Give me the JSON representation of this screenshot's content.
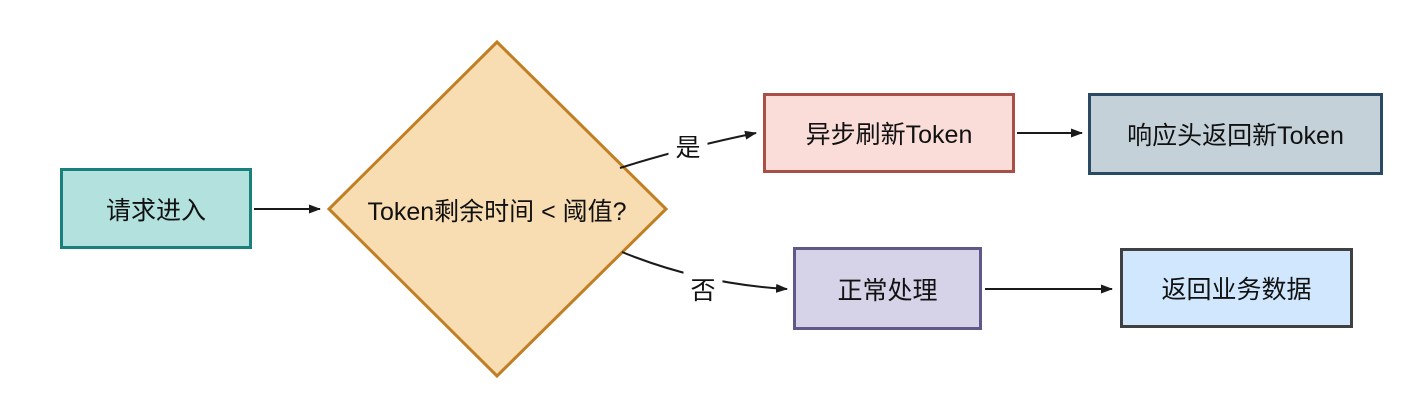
{
  "diagram": {
    "type": "flowchart",
    "background": "#ffffff",
    "line_color": "#1a1a1a",
    "nodes": [
      {
        "id": "request-enter",
        "label": "请求进入",
        "shape": "rect",
        "fill": "#b2e1de",
        "border": "#1b807b"
      },
      {
        "id": "token-ttl-decision",
        "label": "Token剩余时间 < 阈值?",
        "shape": "diamond",
        "fill": "#f8dcb2",
        "border": "#c17f24"
      },
      {
        "id": "async-refresh-token",
        "label": "异步刷新Token",
        "shape": "rect",
        "fill": "#fadcd8",
        "border": "#a94f47"
      },
      {
        "id": "response-header-new-token",
        "label": "响应头返回新Token",
        "shape": "rect",
        "fill": "#c4d1d9",
        "border": "#2a4a63"
      },
      {
        "id": "normal-processing",
        "label": "正常处理",
        "shape": "rect",
        "fill": "#d6d3e8",
        "border": "#605889"
      },
      {
        "id": "return-business-data",
        "label": "返回业务数据",
        "shape": "rect",
        "fill": "#d0e7fd",
        "border": "#404040"
      }
    ],
    "edges": [
      {
        "from": "request-enter",
        "to": "token-ttl-decision",
        "label": ""
      },
      {
        "from": "token-ttl-decision",
        "to": "async-refresh-token",
        "label": "是"
      },
      {
        "from": "async-refresh-token",
        "to": "response-header-new-token",
        "label": ""
      },
      {
        "from": "token-ttl-decision",
        "to": "normal-processing",
        "label": "否"
      },
      {
        "from": "normal-processing",
        "to": "return-business-data",
        "label": ""
      }
    ]
  }
}
